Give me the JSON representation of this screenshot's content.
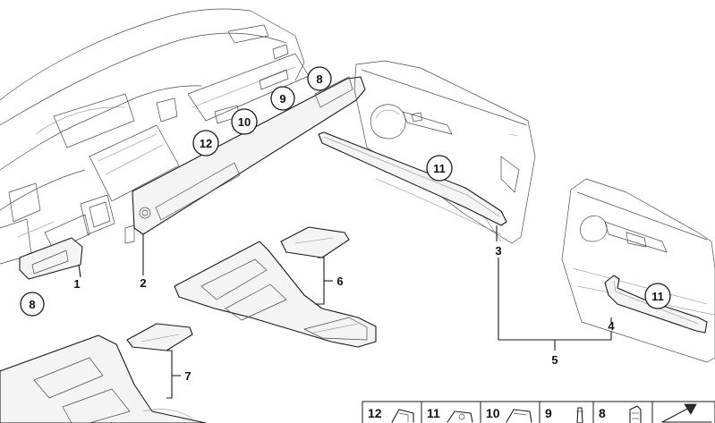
{
  "callouts": [
    {
      "id": "c8a",
      "label": "8"
    },
    {
      "id": "c9",
      "label": "9"
    },
    {
      "id": "c10",
      "label": "10"
    },
    {
      "id": "c12",
      "label": "12"
    },
    {
      "id": "c11a",
      "label": "11"
    },
    {
      "id": "c11b",
      "label": "11"
    },
    {
      "id": "c8b",
      "label": "8"
    }
  ],
  "part_numbers": [
    {
      "id": "n1",
      "label": "1"
    },
    {
      "id": "n2",
      "label": "2"
    },
    {
      "id": "n3",
      "label": "3"
    },
    {
      "id": "n4",
      "label": "4"
    },
    {
      "id": "n5",
      "label": "5"
    },
    {
      "id": "n6",
      "label": "6"
    },
    {
      "id": "n7",
      "label": "7"
    }
  ],
  "legend": [
    {
      "label": "12",
      "icon": "clip-icon"
    },
    {
      "label": "11",
      "icon": "clip-icon"
    },
    {
      "label": "10",
      "icon": "clip-icon"
    },
    {
      "label": "9",
      "icon": "pin-icon"
    },
    {
      "label": "8",
      "icon": "clip-icon"
    },
    {
      "label": "",
      "icon": "arrow-icon"
    }
  ]
}
